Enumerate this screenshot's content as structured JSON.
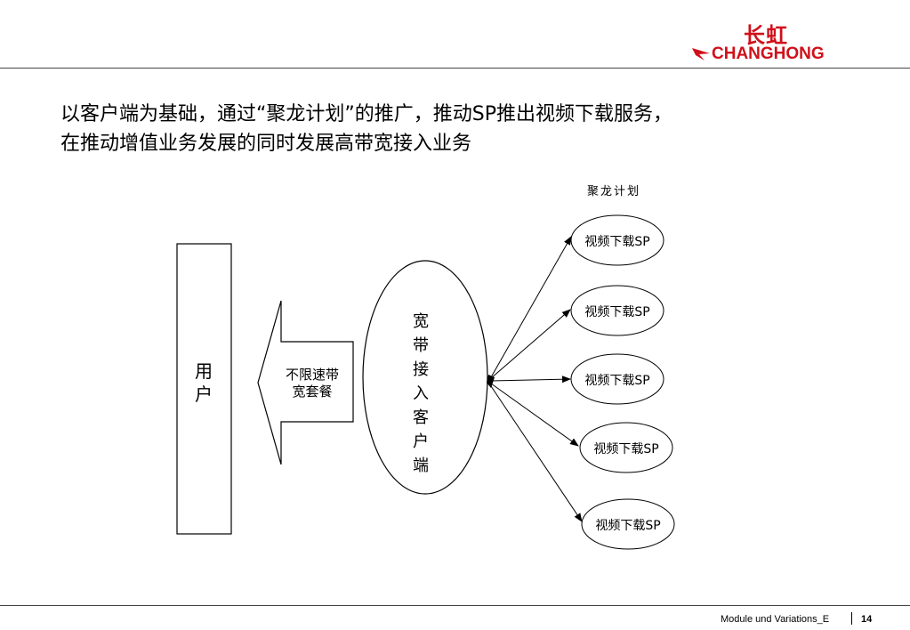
{
  "header": {
    "logo_cn": "长虹",
    "logo_en": "CHANGHONG",
    "brand_color": "#d0101a"
  },
  "headline": {
    "line1": "以客户端为基础，通过“聚龙计划”的推广，推动SP推出视频下载服务，",
    "line2": "在推动增值业务发展的同时发展高带宽接入业务"
  },
  "diagram": {
    "user_box": "用户",
    "arrow_label": "不限速带宽套餐",
    "client_ellipse": "宽带接入客户端",
    "plan_label": "聚龙计划",
    "sp_nodes": [
      "视频下载SP",
      "视频下载SP",
      "视频下载SP",
      "视频下载SP",
      "视频下载SP"
    ]
  },
  "footer": {
    "text": "Module und Variations_E",
    "page": "14"
  }
}
